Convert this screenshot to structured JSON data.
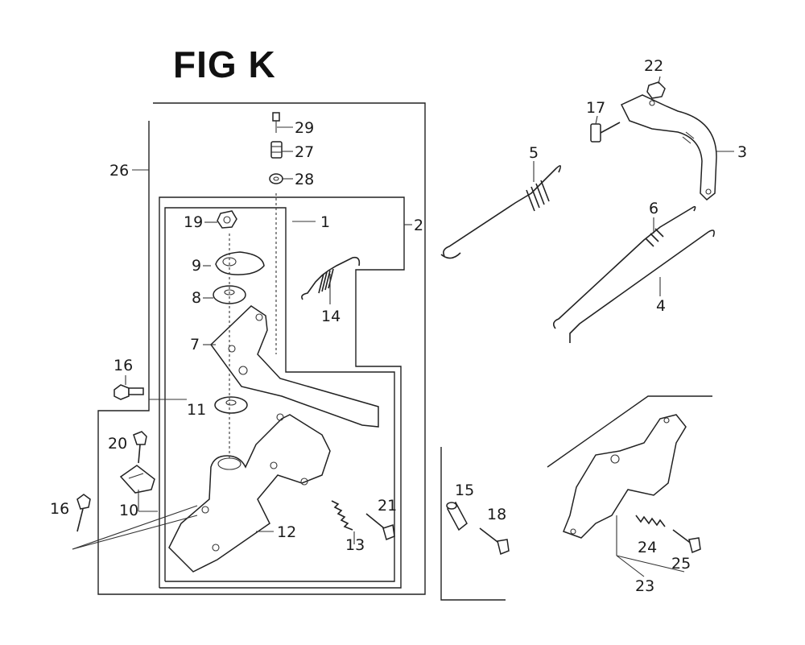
{
  "figure": {
    "title": "FIG K"
  },
  "part_labels": [
    {
      "id": "p1",
      "text": "1"
    },
    {
      "id": "p2",
      "text": "2"
    },
    {
      "id": "p3",
      "text": "3"
    },
    {
      "id": "p4",
      "text": "4"
    },
    {
      "id": "p5",
      "text": "5"
    },
    {
      "id": "p6",
      "text": "6"
    },
    {
      "id": "p7",
      "text": "7"
    },
    {
      "id": "p8",
      "text": "8"
    },
    {
      "id": "p9",
      "text": "9"
    },
    {
      "id": "p10",
      "text": "10"
    },
    {
      "id": "p11",
      "text": "11"
    },
    {
      "id": "p12",
      "text": "12"
    },
    {
      "id": "p13",
      "text": "13"
    },
    {
      "id": "p14",
      "text": "14"
    },
    {
      "id": "p15",
      "text": "15"
    },
    {
      "id": "p16a",
      "text": "16"
    },
    {
      "id": "p16b",
      "text": "16"
    },
    {
      "id": "p17",
      "text": "17"
    },
    {
      "id": "p18",
      "text": "18"
    },
    {
      "id": "p19",
      "text": "19"
    },
    {
      "id": "p20",
      "text": "20"
    },
    {
      "id": "p21",
      "text": "21"
    },
    {
      "id": "p22",
      "text": "22"
    },
    {
      "id": "p23",
      "text": "23"
    },
    {
      "id": "p24",
      "text": "24"
    },
    {
      "id": "p25",
      "text": "25"
    },
    {
      "id": "p26",
      "text": "26"
    },
    {
      "id": "p27",
      "text": "27"
    },
    {
      "id": "p28",
      "text": "28"
    },
    {
      "id": "p29",
      "text": "29"
    }
  ]
}
